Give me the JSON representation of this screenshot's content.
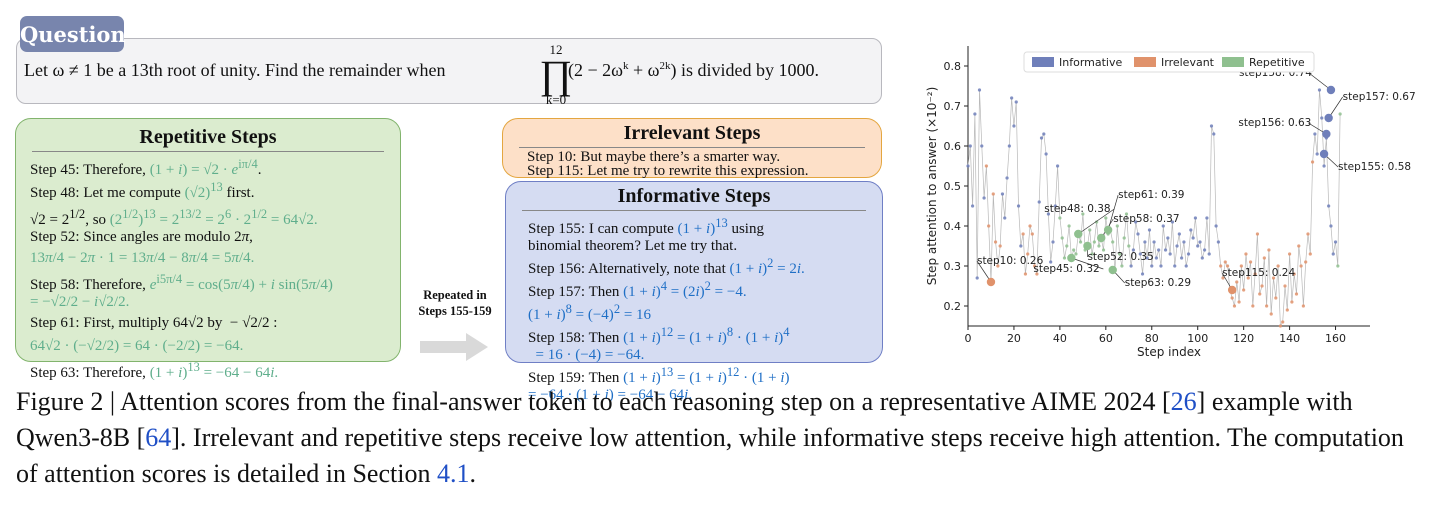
{
  "question": {
    "label": "Question",
    "text_before": "Let ω ≠ 1 be a 13th root of unity. Find the remainder when",
    "product_upper": "12",
    "product_symbol": "∏",
    "product_lower": "k=0",
    "expression": "(2 − 2ω",
    "text_after": "is divided by 1000."
  },
  "repetitive": {
    "title": "Repetitive Steps",
    "lines": [
      "Step 45: Therefore, ",
      "(1 + i) = √2 · e^{iπ/4}.",
      "Step 48: Let me compute (√2)^13 first.",
      "√2 = 2^{1/2}, so (2^{1/2})^13 = 2^{13/2} = 2^6 · 2^{1/2} = 64√2.",
      "Step 52: Since angles are modulo 2π,",
      "13π/4 − 2π · 1 = 13π/4 − 8π/4 = 5π/4.",
      "Step 58: Therefore, e^{i5π/4} = cos(5π/4) + i sin(5π/4)",
      "= −√2/2 − i√2/2.",
      "Step 61: First, multiply 64√2 by  − √2/2 :",
      "64√2 · (−√2/2) = 64 · (−2/2) = −64.",
      "Step 63: Therefore, (1 + i)^13 = −64 − 64i."
    ]
  },
  "irrelevant": {
    "title": "Irrelevant Steps",
    "lines": [
      "Step 10: But maybe there’s a smarter way.",
      "Step 115: Let me try to rewrite this expression."
    ]
  },
  "informative": {
    "title": "Informative Steps",
    "lines": [
      "Step 155: I can compute (1 + i)^13 using",
      "binomial theorem? Let me try that.",
      "Step 156: Alternatively, note that (1 + i)^2 = 2i.",
      "Step 157: Then (1 + i)^4 = (2i)^2 = −4.",
      "(1 + i)^8 = (−4)^2 = 16",
      "Step 158: Then (1 + i)^12 = (1 + i)^8 · (1 + i)^4",
      "= 16 · (−4) = −64.",
      "Step 159: Then (1 + i)^13 = (1 + i)^12 · (1 + i)",
      "= −64 · (1 + i) = −64 − 64i."
    ]
  },
  "repeated_label": "Repeated in Steps 155-159",
  "chart_data": {
    "type": "scatter",
    "xlabel": "Step index",
    "ylabel": "Step attention to answer (×10⁻²)",
    "xlim": [
      0,
      175
    ],
    "ylim": [
      0.15,
      0.85
    ],
    "xticks": [
      0,
      20,
      40,
      60,
      80,
      100,
      120,
      140,
      160
    ],
    "yticks": [
      0.2,
      0.3,
      0.4,
      0.5,
      0.6,
      0.7,
      0.8
    ],
    "legend": {
      "placement": "top",
      "entries": [
        "Informative",
        "Irrelevant",
        "Repetitive"
      ]
    },
    "colors": {
      "Informative": "#6f7fba",
      "Irrelevant": "#e0926b",
      "Repetitive": "#8fc08f",
      "line": "#b8b8b8"
    },
    "background_series": [
      0.55,
      0.6,
      0.45,
      0.68,
      0.27,
      0.74,
      0.6,
      0.47,
      0.55,
      0.4,
      0.26,
      0.48,
      0.36,
      0.3,
      0.35,
      0.48,
      0.42,
      0.52,
      0.6,
      0.72,
      0.65,
      0.71,
      0.45,
      0.35,
      0.38,
      0.28,
      0.33,
      0.4,
      0.38,
      0.3,
      0.28,
      0.46,
      0.62,
      0.63,
      0.58,
      0.43,
      0.31,
      0.36,
      0.45,
      0.55,
      0.42,
      0.37,
      0.32,
      0.35,
      0.4,
      0.32,
      0.34,
      0.33,
      0.38,
      0.36,
      0.43,
      0.34,
      0.35,
      0.39,
      0.33,
      0.36,
      0.41,
      0.35,
      0.37,
      0.34,
      0.42,
      0.38,
      0.39,
      0.36,
      0.29,
      0.4,
      0.33,
      0.3,
      0.37,
      0.43,
      0.35,
      0.3,
      0.34,
      0.41,
      0.38,
      0.33,
      0.28,
      0.36,
      0.32,
      0.39,
      0.3,
      0.36,
      0.32,
      0.34,
      0.3,
      0.4,
      0.34,
      0.37,
      0.33,
      0.41,
      0.3,
      0.35,
      0.38,
      0.32,
      0.36,
      0.3,
      0.33,
      0.39,
      0.37,
      0.42,
      0.35,
      0.36,
      0.32,
      0.34,
      0.42,
      0.33,
      0.65,
      0.63,
      0.4,
      0.36,
      0.3,
      0.27,
      0.31,
      0.3,
      0.24,
      0.22,
      0.2,
      0.26,
      0.21,
      0.3,
      0.24,
      0.33,
      0.27,
      0.31,
      0.2,
      0.28,
      0.38,
      0.23,
      0.25,
      0.32,
      0.2,
      0.34,
      0.18,
      0.27,
      0.22,
      0.3,
      0.15,
      0.16,
      0.25,
      0.19,
      0.33,
      0.21,
      0.28,
      0.23,
      0.35,
      0.3,
      0.2,
      0.31,
      0.38,
      0.33,
      0.56,
      0.63,
      0.58,
      0.74,
      0.67,
      0.55,
      0.62,
      0.45,
      0.4,
      0.33,
      0.36,
      0.3,
      0.68
    ],
    "highlighted": [
      {
        "step": 10,
        "value": 0.26,
        "category": "Irrelevant",
        "label": "step10: 0.26"
      },
      {
        "step": 115,
        "value": 0.24,
        "category": "Irrelevant",
        "label": "step115: 0.24"
      },
      {
        "step": 45,
        "value": 0.32,
        "category": "Repetitive",
        "label": "step45: 0.32"
      },
      {
        "step": 48,
        "value": 0.38,
        "category": "Repetitive",
        "label": "step48: 0.38"
      },
      {
        "step": 52,
        "value": 0.35,
        "category": "Repetitive",
        "label": "step52: 0.35"
      },
      {
        "step": 58,
        "value": 0.37,
        "category": "Repetitive",
        "label": "step58: 0.37"
      },
      {
        "step": 61,
        "value": 0.39,
        "category": "Repetitive",
        "label": "step61: 0.39"
      },
      {
        "step": 63,
        "value": 0.29,
        "category": "Repetitive",
        "label": "step63: 0.29"
      },
      {
        "step": 155,
        "value": 0.58,
        "category": "Informative",
        "label": "step155: 0.58"
      },
      {
        "step": 156,
        "value": 0.63,
        "category": "Informative",
        "label": "step156: 0.63"
      },
      {
        "step": 157,
        "value": 0.67,
        "category": "Informative",
        "label": "step157: 0.67"
      },
      {
        "step": 158,
        "value": 0.74,
        "category": "Informative",
        "label": "step158: 0.74"
      }
    ]
  },
  "caption": {
    "prefix": "Figure 2 | Attention scores from the final-answer token to each reasoning step on a representative AIME 2024 [",
    "ref1": "26",
    "mid1": "] example with Qwen3-8B [",
    "ref2": "64",
    "mid2": "]. Irrelevant and repetitive steps receive low attention, while informative steps receive high attention. The computation of attention scores is detailed in Section ",
    "ref3": "4.1",
    "suffix": "."
  }
}
